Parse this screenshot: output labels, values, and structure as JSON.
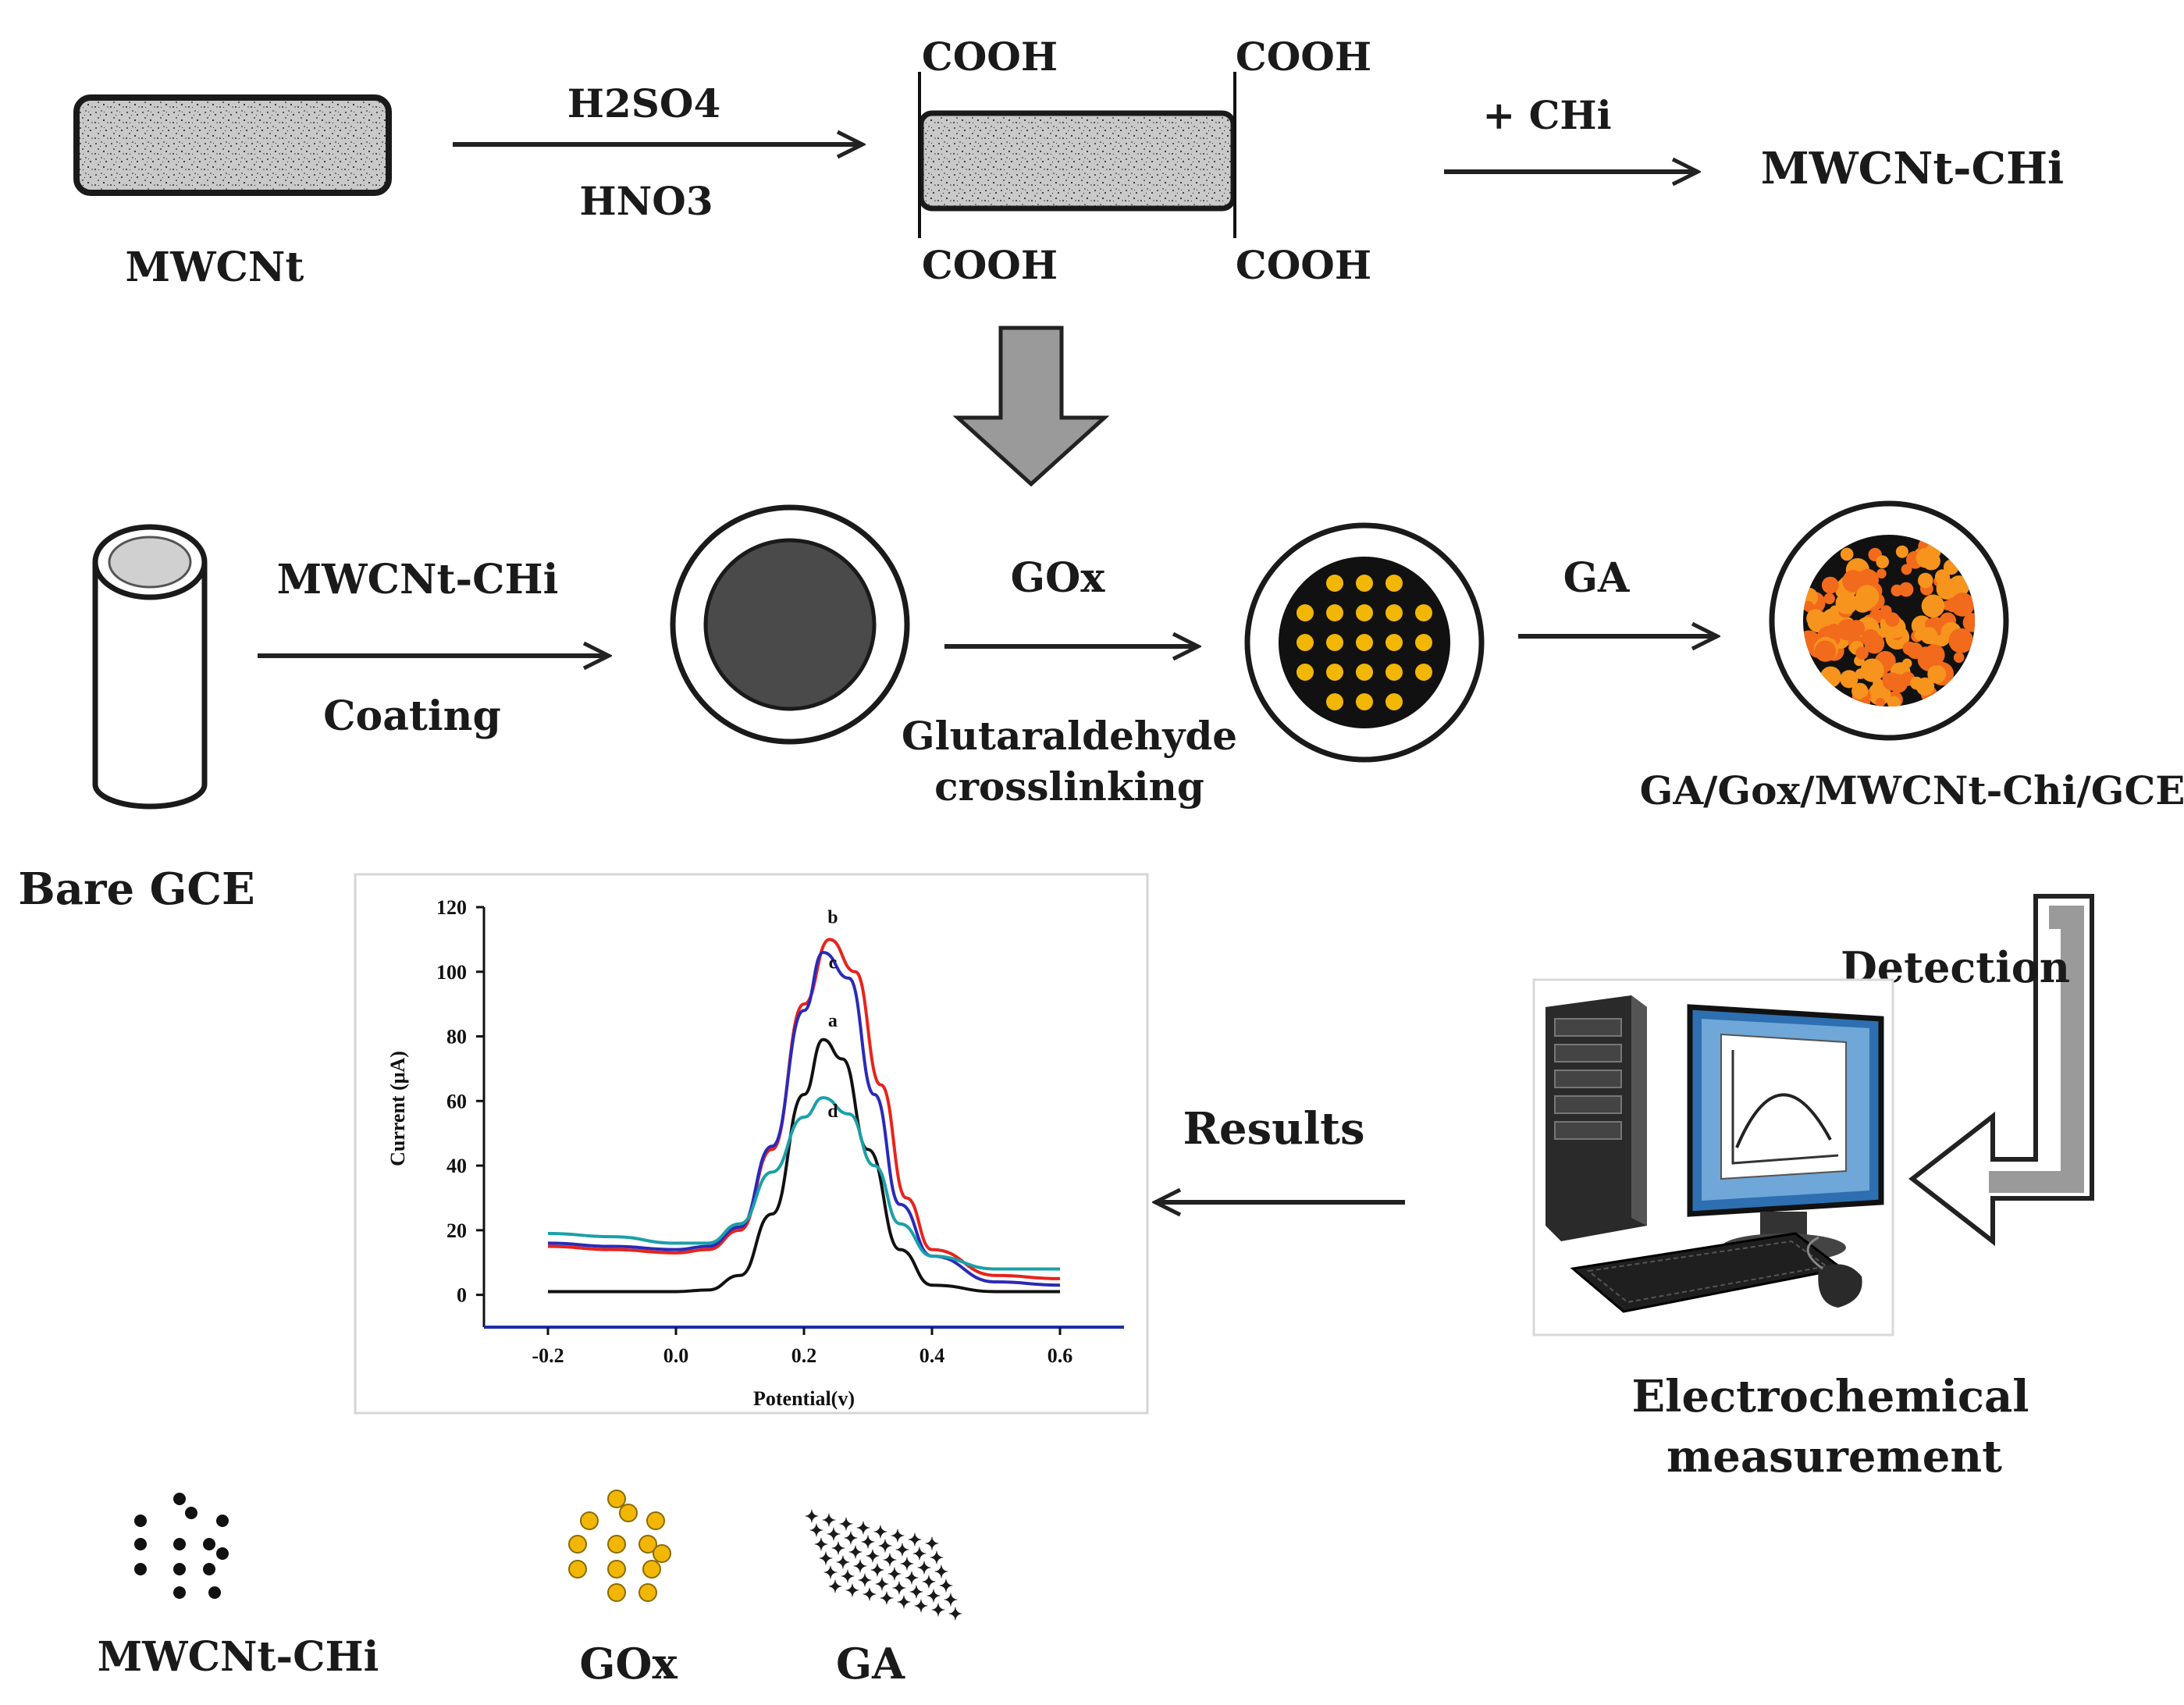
{
  "step1": {
    "mwcnt_label": "MWCNt",
    "acid_top": "H2SO4",
    "acid_bottom": "HNO3",
    "cooh": [
      "COOH",
      "COOH",
      "COOH",
      "COOH"
    ],
    "add_chi": "+ CHi",
    "product": "MWCNt-CHi"
  },
  "step2": {
    "bare_gce": "Bare GCE",
    "coat_top": "MWCNt-CHi",
    "coat_bottom": "Coating",
    "gox_top": "GOx",
    "gox_bottom_1": "Glutaraldehyde",
    "gox_bottom_2": "crosslinking",
    "ga_top": "GA",
    "final_electrode": "GA/Gox/MWCNt-Chi/GCE"
  },
  "step3": {
    "detection": "Detection",
    "measurement_1": "Electrochemical",
    "measurement_2": "measurement",
    "results": "Results"
  },
  "legend": {
    "mwcnt_chi": "MWCNt-CHi",
    "gox": "GOx",
    "ga": "GA"
  },
  "colors": {
    "black_dot": "#111111",
    "gox_dot": "#f2b705",
    "ga_dot": "#f26a1b",
    "block_arrow": "#9a9a9a"
  },
  "chart_data": {
    "type": "line",
    "xlabel": "Potential(v)",
    "ylabel": "Current (μA)",
    "xlim": [
      -0.3,
      0.7
    ],
    "ylim": [
      -10,
      120
    ],
    "xticks": [
      -0.2,
      0.0,
      0.2,
      0.4,
      0.6
    ],
    "xtick_labels": [
      "-0.2",
      "0.0",
      "0.2",
      "0.4",
      "0.6"
    ],
    "yticks": [
      0,
      20,
      40,
      60,
      80,
      100,
      120
    ],
    "ytick_labels": [
      "0",
      "20",
      "40",
      "60",
      "80",
      "100",
      "120"
    ],
    "series": [
      {
        "name": "a",
        "color": "#111111",
        "x": [
          -0.2,
          -0.1,
          0.0,
          0.05,
          0.1,
          0.15,
          0.2,
          0.23,
          0.26,
          0.3,
          0.35,
          0.4,
          0.5,
          0.6
        ],
        "y": [
          1,
          1,
          1,
          1.5,
          6,
          25,
          62,
          79,
          73,
          45,
          14,
          3,
          1,
          1
        ]
      },
      {
        "name": "b",
        "color": "#e8231c",
        "x": [
          -0.2,
          -0.1,
          0.0,
          0.05,
          0.1,
          0.15,
          0.2,
          0.24,
          0.28,
          0.32,
          0.36,
          0.4,
          0.5,
          0.6
        ],
        "y": [
          15,
          14,
          13,
          14,
          20,
          45,
          90,
          110,
          100,
          65,
          30,
          14,
          6,
          5
        ]
      },
      {
        "name": "c",
        "color": "#2a2ab8",
        "x": [
          -0.2,
          -0.1,
          0.0,
          0.05,
          0.1,
          0.15,
          0.2,
          0.23,
          0.27,
          0.31,
          0.35,
          0.4,
          0.5,
          0.6
        ],
        "y": [
          16,
          15,
          14,
          15,
          21,
          46,
          88,
          106,
          98,
          62,
          28,
          12,
          4,
          3
        ]
      },
      {
        "name": "d",
        "color": "#1aa0a8",
        "x": [
          -0.2,
          -0.1,
          0.0,
          0.05,
          0.1,
          0.15,
          0.2,
          0.23,
          0.27,
          0.31,
          0.35,
          0.4,
          0.5,
          0.6
        ],
        "y": [
          19,
          18,
          16,
          16,
          22,
          38,
          55,
          61,
          56,
          40,
          22,
          12,
          8,
          8
        ]
      }
    ],
    "baseline": {
      "color": "#1e2ea8",
      "y": -10
    }
  }
}
